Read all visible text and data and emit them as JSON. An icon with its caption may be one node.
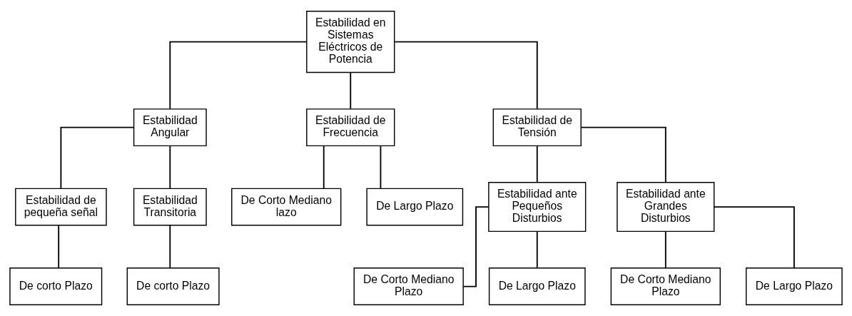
{
  "diagram": {
    "nodes": [
      {
        "text": [
          "Estabilidad en Sistemas Eléctricos de Potencia"
        ]
      },
      {
        "text": [
          "Estabilidad Angular"
        ]
      },
      {
        "text": [
          "Estabilidad de Frecuencia"
        ]
      },
      {
        "text": [
          "Estabilidad de Tensión"
        ]
      },
      {
        "text": [
          "Estabilidad de pequeña señal"
        ]
      },
      {
        "text": [
          "Estabilidad Transitoria"
        ]
      },
      {
        "text": [
          "De Corto Mediano lazo"
        ]
      },
      {
        "text": [
          "De Largo Plazo"
        ]
      },
      {
        "text": [
          "Estabilidad ante Pequeños Disturbios"
        ]
      },
      {
        "text": [
          "Estabilidad ante Grandes Disturbios"
        ]
      },
      {
        "text": [
          "De corto Plazo"
        ]
      },
      {
        "text": [
          "De corto Plazo"
        ]
      },
      {
        "text": [
          "De Corto Mediano Plazo"
        ]
      },
      {
        "text": [
          "De Largo Plazo"
        ]
      },
      {
        "text": [
          "De Corto Mediano Plazo"
        ]
      },
      {
        "text": [
          "De Largo Plazo"
        ]
      }
    ],
    "edges": [
      {
        "from": 0,
        "to": 1,
        "arrow": "none"
      },
      {
        "from": 0,
        "to": 2,
        "arrow": "none"
      },
      {
        "from": 0,
        "to": 3,
        "arrow": "none"
      },
      {
        "from": 1,
        "to": 4,
        "arrow": "none"
      },
      {
        "from": 1,
        "to": 5,
        "arrow": "none"
      },
      {
        "from": 2,
        "to": 6,
        "arrow": "none"
      },
      {
        "from": 2,
        "to": 7,
        "arrow": "none"
      },
      {
        "from": 3,
        "to": 8,
        "arrow": "none"
      },
      {
        "from": 3,
        "to": 9,
        "arrow": "none"
      },
      {
        "from": 4,
        "to": 10,
        "arrow": "none"
      },
      {
        "from": 5,
        "to": 11,
        "arrow": "none"
      },
      {
        "from": 8,
        "to": 12,
        "arrow": "none"
      },
      {
        "from": 8,
        "to": 13,
        "arrow": "none"
      },
      {
        "from": 9,
        "to": 14,
        "arrow": "none"
      },
      {
        "from": 9,
        "to": 15,
        "arrow": "none"
      }
    ]
  }
}
